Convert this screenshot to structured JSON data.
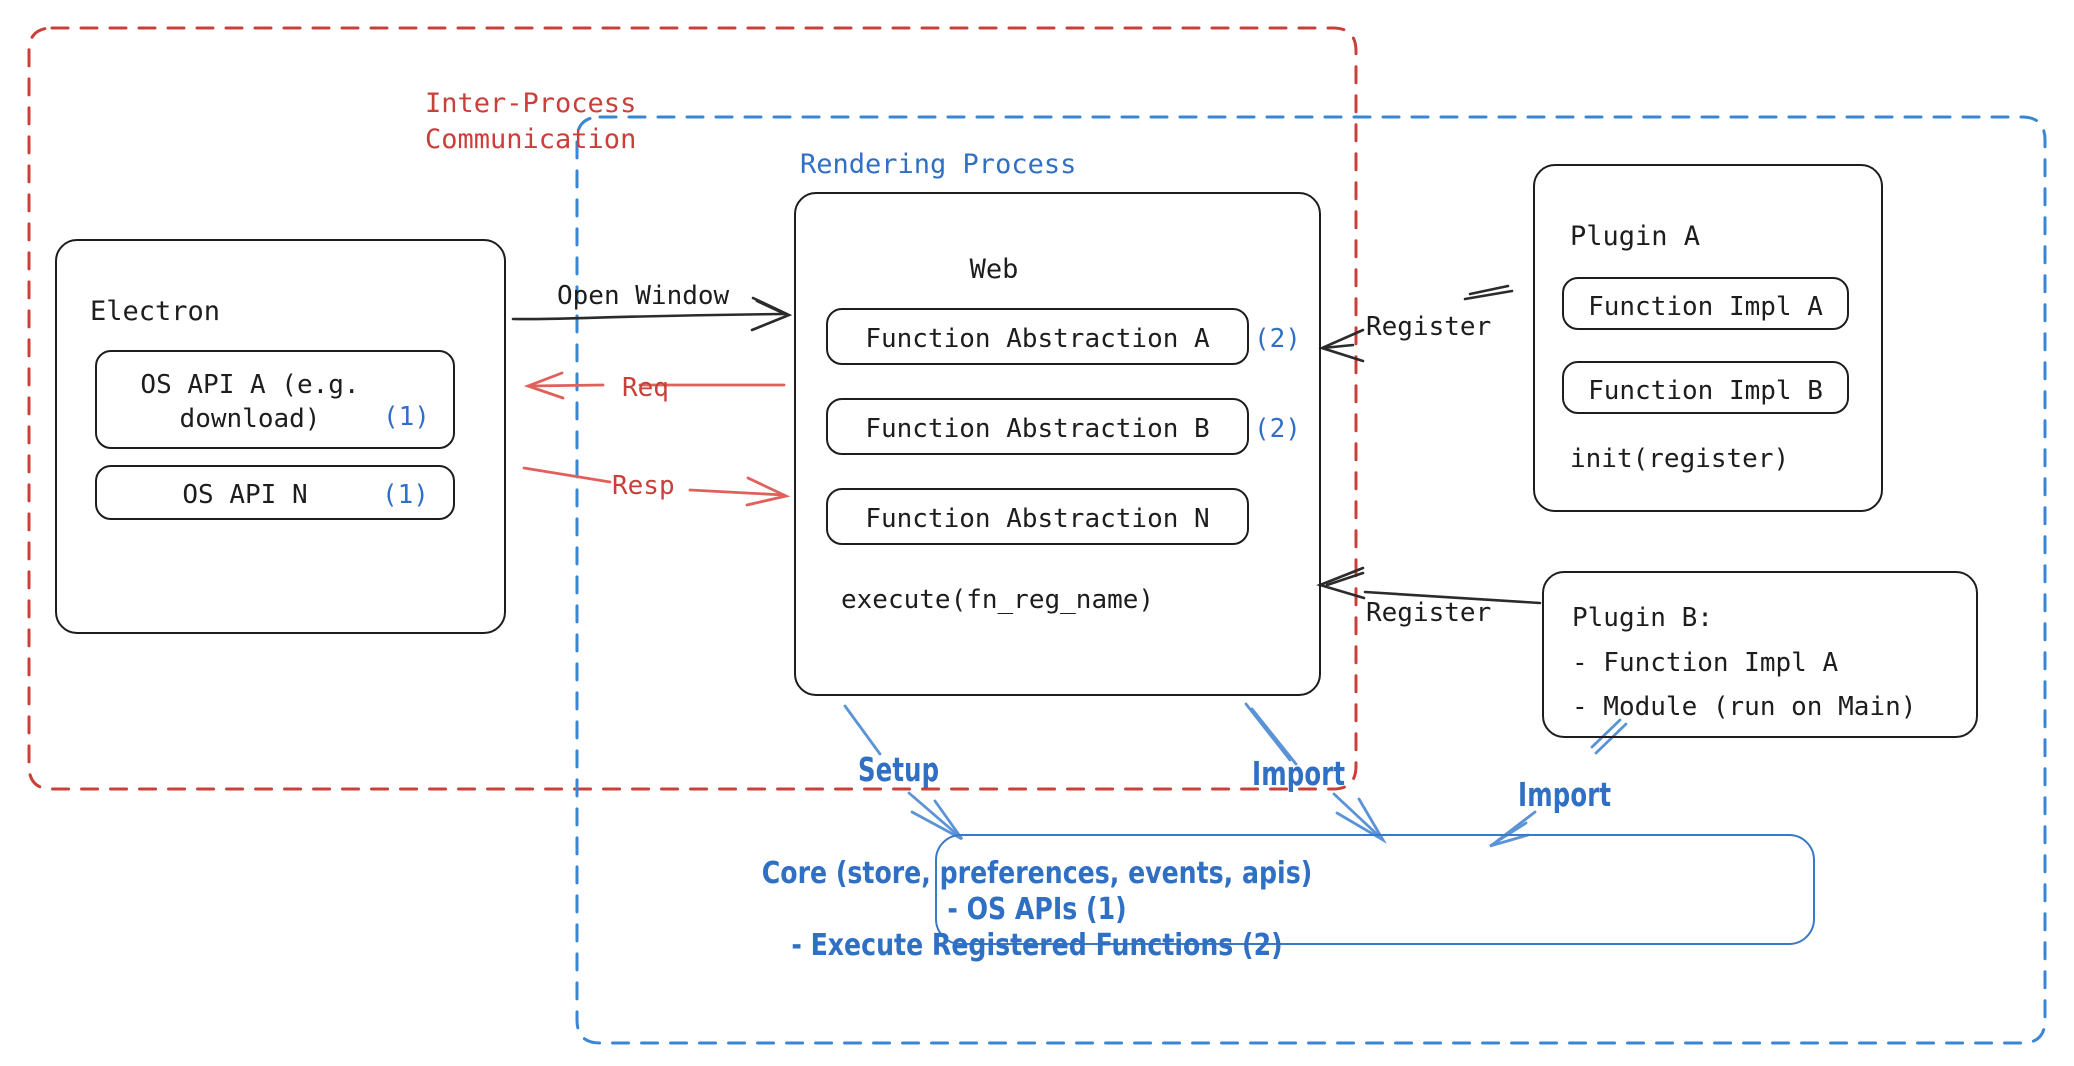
{
  "diagram": {
    "title_ipc": "Inter-Process\nCommunication",
    "title_render": "Rendering Process"
  },
  "colors": {
    "ipc_border": "#c9403a",
    "render_border": "#3a86d6",
    "accent_blue": "#2f6fc4",
    "ink": "#1d1d1d"
  },
  "electron": {
    "title": "Electron",
    "items": [
      {
        "label": "OS API A (e.g.\ndownload)",
        "marker": "(1)"
      },
      {
        "label": "OS API N",
        "marker": "(1)"
      }
    ]
  },
  "web": {
    "title": "Web",
    "abstractions": [
      {
        "label": "Function Abstraction A",
        "marker": "(2)"
      },
      {
        "label": "Function Abstraction B",
        "marker": "(2)"
      },
      {
        "label": "Function Abstraction N",
        "marker": ""
      }
    ],
    "execute": "execute(fn_reg_name)"
  },
  "plugin_a": {
    "title": "Plugin A",
    "items": [
      "Function Impl A",
      "Function Impl B"
    ],
    "init": "init(register)"
  },
  "plugin_b": {
    "title": "Plugin B:",
    "items": [
      "- Function Impl A",
      "- Module (run on Main)"
    ]
  },
  "core": {
    "lines": [
      "Core (store, preferences, events, apis)",
      "- OS APIs (1)",
      "- Execute Registered Functions (2)"
    ]
  },
  "edges": {
    "open_window": "Open Window",
    "req": "Req",
    "resp": "Resp",
    "register_a": "Register",
    "register_b": "Register",
    "setup": "Setup",
    "import_web": "Import",
    "import_plugin": "Import"
  }
}
